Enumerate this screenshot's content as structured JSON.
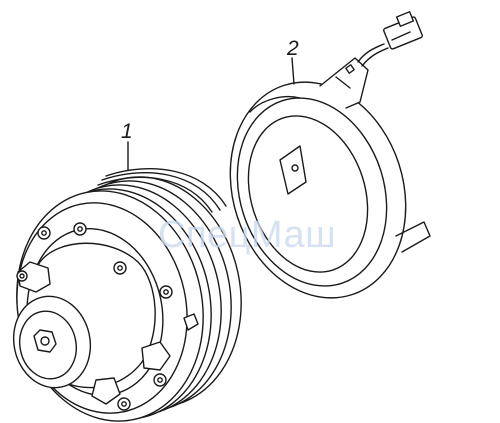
{
  "diagram": {
    "callouts": [
      {
        "id": "1",
        "text": "1"
      },
      {
        "id": "2",
        "text": "2"
      }
    ],
    "watermark": {
      "text": "СпецМаш",
      "color": "#c9d9ee"
    },
    "colors": {
      "line": "#1a1a1a",
      "background": "#ffffff",
      "watermark": "#c9d9ee"
    }
  }
}
